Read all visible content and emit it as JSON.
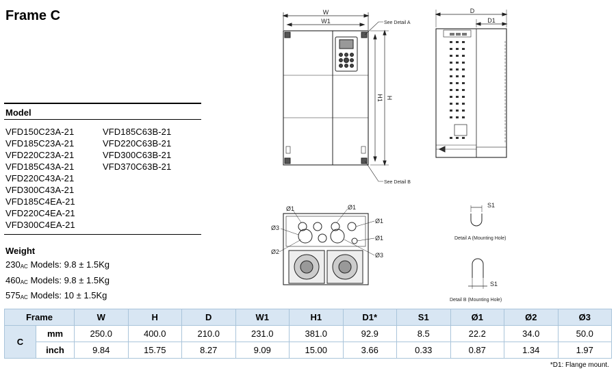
{
  "page": {
    "title": "Frame C",
    "footnote": "*D1: Flange mount."
  },
  "models": {
    "heading": "Model",
    "column1": [
      "VFD150C23A-21",
      "VFD185C23A-21",
      "VFD220C23A-21",
      "VFD185C43A-21",
      "VFD220C43A-21",
      "VFD300C43A-21",
      "VFD185C4EA-21",
      "VFD220C4EA-21",
      "VFD300C4EA-21"
    ],
    "column2": [
      "VFD185C63B-21",
      "VFD220C63B-21",
      "VFD300C63B-21",
      "VFD370C63B-21"
    ]
  },
  "weight": {
    "heading": "Weight",
    "rows": [
      {
        "volt": "230",
        "unit_sub": "AC",
        "text": " Models: 9.8 ± 1.5Kg"
      },
      {
        "volt": "460",
        "unit_sub": "AC",
        "text": " Models: 9.8 ± 1.5Kg"
      },
      {
        "volt": "575",
        "unit_sub": "AC",
        "text": " Models: 10 ± 1.5Kg"
      }
    ]
  },
  "drawing_labels": {
    "front_w": "W",
    "front_w1": "W1",
    "front_h": "H",
    "front_h1": "H1",
    "see_detail_a": "See Detail A",
    "see_detail_b": "See Detail B",
    "side_d": "D",
    "side_d1": "D1",
    "phi1": "Ø1",
    "phi2": "Ø2",
    "phi3": "Ø3",
    "s1": "S1",
    "detail_a": "Detail A (Mounting Hole)",
    "detail_b": "Detail B (Mounting Hole)"
  },
  "table": {
    "frame_header": "Frame",
    "columns": [
      "W",
      "H",
      "D",
      "W1",
      "H1",
      "D1*",
      "S1",
      "Ø1",
      "Ø2",
      "Ø3"
    ],
    "frame_value": "C",
    "rows": [
      {
        "unit": "mm",
        "values": [
          "250.0",
          "400.0",
          "210.0",
          "231.0",
          "381.0",
          "92.9",
          "8.5",
          "22.2",
          "34.0",
          "50.0"
        ]
      },
      {
        "unit": "inch",
        "values": [
          "9.84",
          "15.75",
          "8.27",
          "9.09",
          "15.00",
          "3.66",
          "0.33",
          "0.87",
          "1.34",
          "1.97"
        ]
      }
    ]
  }
}
